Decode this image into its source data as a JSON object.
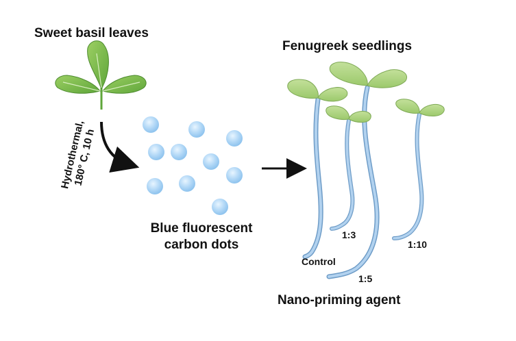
{
  "labels": {
    "source": "Sweet basil leaves",
    "process_line1": "Hydrothermal,",
    "process_line2": "180° C, 10 h",
    "product_line1": "Blue fluorescent",
    "product_line2": "carbon dots",
    "target": "Fenugreek seedlings",
    "application": "Nano-priming agent"
  },
  "seedlings": [
    {
      "label": "Control"
    },
    {
      "label": "1:3"
    },
    {
      "label": "1:5"
    },
    {
      "label": "1:10"
    }
  ],
  "colors": {
    "leaf": "#7dbd4c",
    "leaf_light": "#b7d98a",
    "stem_blue": "#8fb6dc",
    "dot": "#a9d2f4",
    "arrow": "#111111"
  }
}
